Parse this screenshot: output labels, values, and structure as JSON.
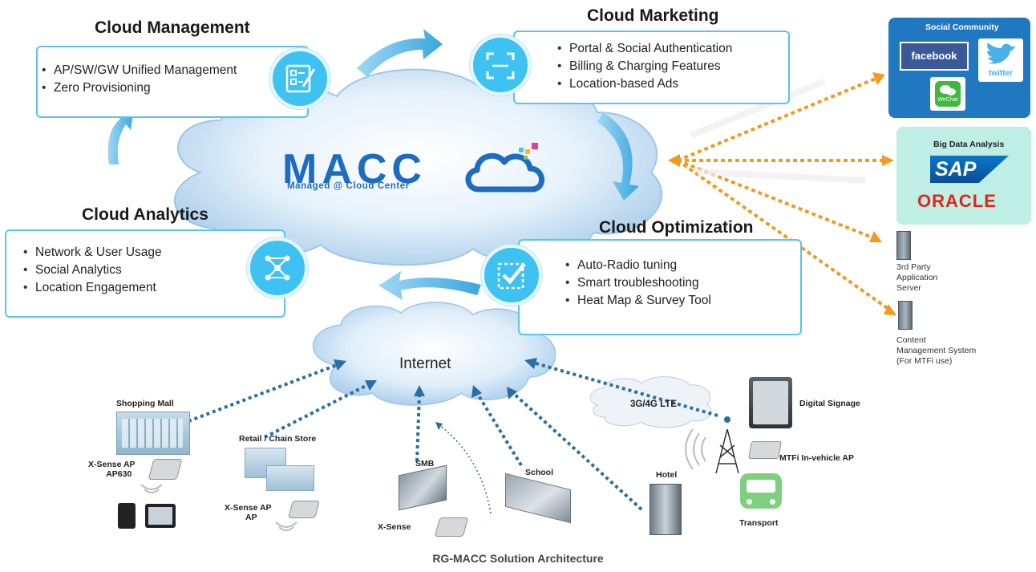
{
  "headings": {
    "management": "Cloud Management",
    "marketing": "Cloud Marketing",
    "analytics": "Cloud Analytics",
    "optimization": "Cloud Optimization"
  },
  "management_items": [
    "AP/SW/GW Unified Management",
    "Zero Provisioning"
  ],
  "marketing_items": [
    "Portal & Social Authentication",
    "Billing & Charging Features",
    "Location-based Ads"
  ],
  "analytics_items": [
    "Network & User Usage",
    "Social Analytics",
    "Location Engagement"
  ],
  "optimization_items": [
    "Auto-Radio tuning",
    "Smart troubleshooting",
    "Heat Map & Survey Tool"
  ],
  "macc": {
    "logo": "MACC",
    "tagline": "Managed @ Cloud Center"
  },
  "internet": "Internet",
  "lte": "3G/4G LTE",
  "social": {
    "title": "Social Community",
    "facebook": "facebook",
    "twitter": "twitter",
    "wechat": "WeChat"
  },
  "bigdata": {
    "title": "Big Data Analysis",
    "sap": "SAP",
    "oracle": "ORACLE"
  },
  "third_party": {
    "line1": "3rd Party",
    "line2": "Application",
    "line3": "Server"
  },
  "cms": {
    "line1": "Content",
    "line2": "Management System",
    "line3": "(For MTFi use)"
  },
  "sites": {
    "mall": "Shopping Mall",
    "ap630_line1": "X-Sense AP",
    "ap630_line2": "AP630",
    "retail": "Retail / Chain Store",
    "ap_line1": "X-Sense AP",
    "ap_line2": "AP",
    "smb": "SMB",
    "xsense_smb": "X-Sense",
    "school": "School",
    "hotel": "Hotel",
    "signage": "Digital Signage",
    "mtfi": "MTFi In-vehicle AP",
    "transport": "Transport"
  },
  "caption": "RG-MACC Solution Architecture",
  "colors": {
    "accent": "#3ec2f1",
    "box_border": "#5cc3ea",
    "orange": "#f39a1e",
    "dotted": "#2a6ea5",
    "social_bg": "#1f78c0",
    "bigdata_bg": "#bfeee4"
  }
}
